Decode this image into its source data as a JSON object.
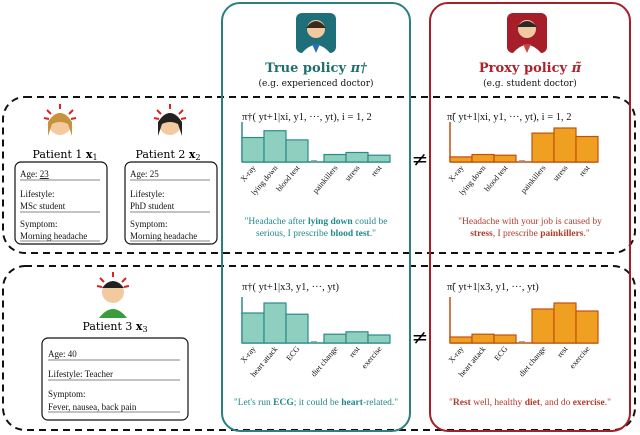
{
  "true_policy": {
    "title": "True policy",
    "symbol": "π†",
    "subtitle": "(e.g. experienced doctor)",
    "color": "#2a8b8b",
    "fill": "#8fcfbf"
  },
  "proxy_policy": {
    "title": "Proxy policy",
    "symbol": "π̃",
    "subtitle": "(e.g. student doctor)",
    "color": "#b01f2a",
    "fill": "#f0a020"
  },
  "patients": [
    {
      "name": "Patient 1",
      "var": "x1",
      "age": "23",
      "lifestyle": "MSc student",
      "symptom": "Morning headache"
    },
    {
      "name": "Patient 2",
      "var": "x2",
      "age": "25",
      "lifestyle": "PhD student",
      "symptom": "Morning headache"
    },
    {
      "name": "Patient 3",
      "var": "x3",
      "age": "40",
      "lifestyle": "Teacher",
      "symptom": "Fever, nausea, back pain"
    }
  ],
  "card_labels": {
    "age": "Age:",
    "lifestyle": "Lifestyle:",
    "symptom": "Symptom:"
  },
  "row1": {
    "true_formula": "π†( yt+1|xi, y1, ···, yt), i = 1, 2",
    "proxy_formula": "π̃( yt+1|xi, y1, ···, yt), i = 1, 2",
    "categories": [
      "X-ray",
      "lying down",
      "blood test",
      "painkillers",
      "stress",
      "rest"
    ],
    "true_values": [
      0.72,
      0.92,
      0.65,
      0.22,
      0.28,
      0.2
    ],
    "proxy_values": [
      0.15,
      0.22,
      0.2,
      0.85,
      1.0,
      0.75
    ],
    "ellipsis": "...",
    "true_quote_parts": [
      {
        "t": "\"Headache after ",
        "b": false
      },
      {
        "t": "lying down",
        "b": true
      },
      {
        "t": " could be",
        "b": false
      }
    ],
    "true_quote_line2_parts": [
      {
        "t": "serious, I prescribe ",
        "b": false
      },
      {
        "t": "blood test",
        "b": true
      },
      {
        "t": ".\"",
        "b": false
      }
    ],
    "proxy_quote_line1": "\"Headache with your job is caused by",
    "proxy_quote_line2_parts": [
      {
        "t": "stress",
        "b": true
      },
      {
        "t": ", I prescribe ",
        "b": false
      },
      {
        "t": "painkillers",
        "b": true
      },
      {
        "t": ".\"",
        "b": false
      }
    ]
  },
  "row2": {
    "true_formula": "π†( yt+1|x3, y1, ···, yt)",
    "proxy_formula": "π̃( yt+1|x3, y1, ···, yt)",
    "categories": [
      "X-ray",
      "heart attack",
      "ECG",
      "diet change",
      "rest",
      "exercise"
    ],
    "true_values": [
      0.75,
      1.0,
      0.72,
      0.22,
      0.28,
      0.2
    ],
    "proxy_values": [
      0.15,
      0.22,
      0.2,
      0.85,
      1.0,
      0.8
    ],
    "ellipsis": "...",
    "true_quote_parts": [
      {
        "t": "\"Let's run ",
        "b": false
      },
      {
        "t": "ECG",
        "b": true
      },
      {
        "t": "; it could be ",
        "b": false
      },
      {
        "t": "heart",
        "b": true
      },
      {
        "t": "-related.\"",
        "b": false
      }
    ],
    "proxy_quote_parts": [
      {
        "t": "\"",
        "b": false
      },
      {
        "t": "Rest",
        "b": true
      },
      {
        "t": " well, healthy ",
        "b": false
      },
      {
        "t": "diet",
        "b": true
      },
      {
        "t": ", and do ",
        "b": false
      },
      {
        "t": "exercise",
        "b": true
      },
      {
        "t": ".\"",
        "b": false
      }
    ]
  },
  "neq": "≠"
}
